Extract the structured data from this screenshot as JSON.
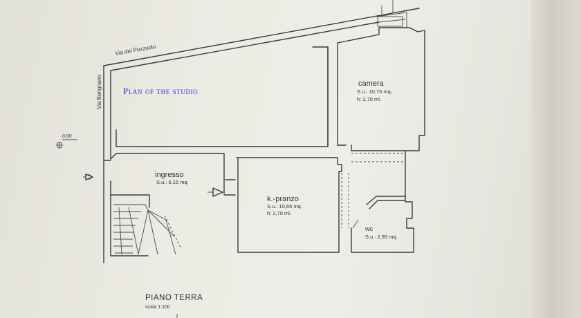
{
  "title": "Plan of the studio",
  "streets": {
    "north": "Via del Pozzuolo",
    "west": "Via Berignano"
  },
  "elevation_mark": "0,00",
  "rooms": {
    "camera": {
      "name": "camera",
      "area": "S.u.: 10,75 mq.",
      "height": "h: 2,70 ml."
    },
    "ingresso": {
      "name": "ingresso",
      "area": "S.u.: 6,15 mq."
    },
    "kpranzo": {
      "name": "k.-pranzo",
      "area": "S.u.: 10,65 mq.",
      "height": "h: 2,70 ml."
    },
    "wc": {
      "name": "wc",
      "area": "S.u.: 2,95 mq."
    }
  },
  "footer": {
    "floor": "PIANO TERRA",
    "scale": "scala 1:100"
  },
  "colors": {
    "title": "#2a35c8",
    "walls": "#3a3a3a",
    "paper": "#ecebe4"
  }
}
